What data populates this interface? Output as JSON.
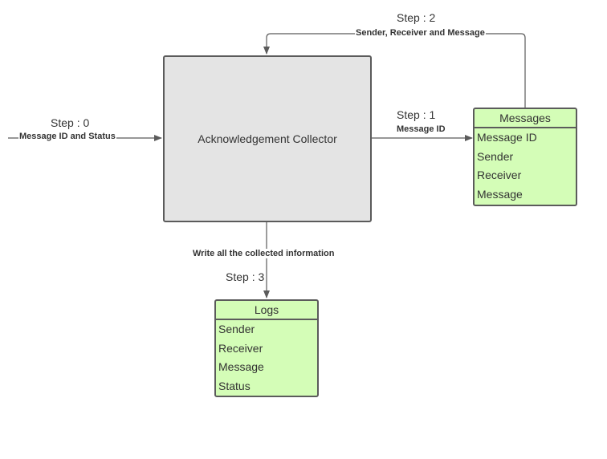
{
  "diagram": {
    "collector": {
      "label": "Acknowledgement Collector"
    },
    "steps": {
      "step0": {
        "label": "Step : 0",
        "edge_label": "Message ID and Status"
      },
      "step1": {
        "label": "Step : 1",
        "edge_label": "Message ID"
      },
      "step2": {
        "label": "Step : 2",
        "edge_label": "Sender, Receiver and Message"
      },
      "step3": {
        "label": "Step : 3",
        "edge_label": "Write all the collected information"
      }
    },
    "messages_table": {
      "title": "Messages",
      "fields": [
        "Message ID",
        "Sender",
        "Receiver",
        "Message"
      ]
    },
    "logs_table": {
      "title": "Logs",
      "fields": [
        "Sender",
        "Receiver",
        "Message",
        "Status"
      ]
    },
    "colors": {
      "collector_fill": "#e4e4e4",
      "table_fill": "#d4fdb7",
      "stroke": "#5b5b5b"
    }
  }
}
